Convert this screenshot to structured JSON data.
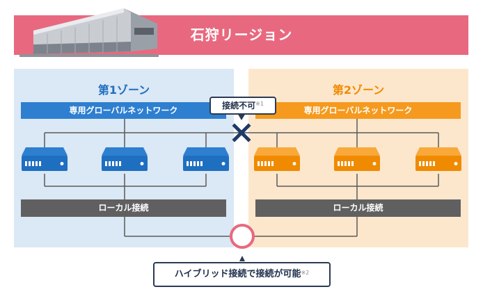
{
  "header": {
    "title": "石狩リージョン"
  },
  "zones": [
    {
      "title": "第1ゾーン",
      "network": "専用グローバルネットワーク",
      "local": "ローカル接続",
      "color": "#2e7fd0",
      "server_color": "#1f6fc0"
    },
    {
      "title": "第2ゾーン",
      "network": "専用グローバルネットワーク",
      "local": "ローカル接続",
      "color": "#f59a1e",
      "server_color": "#f08a00"
    }
  ],
  "callouts": {
    "no_connection": {
      "text": "接続不可",
      "note": "※1"
    },
    "hybrid": {
      "text": "ハイブリッド接続で接続が可能",
      "note": "※2"
    }
  },
  "icons": [
    "building-photo",
    "server-icon",
    "cross-icon",
    "connection-circle-icon"
  ]
}
